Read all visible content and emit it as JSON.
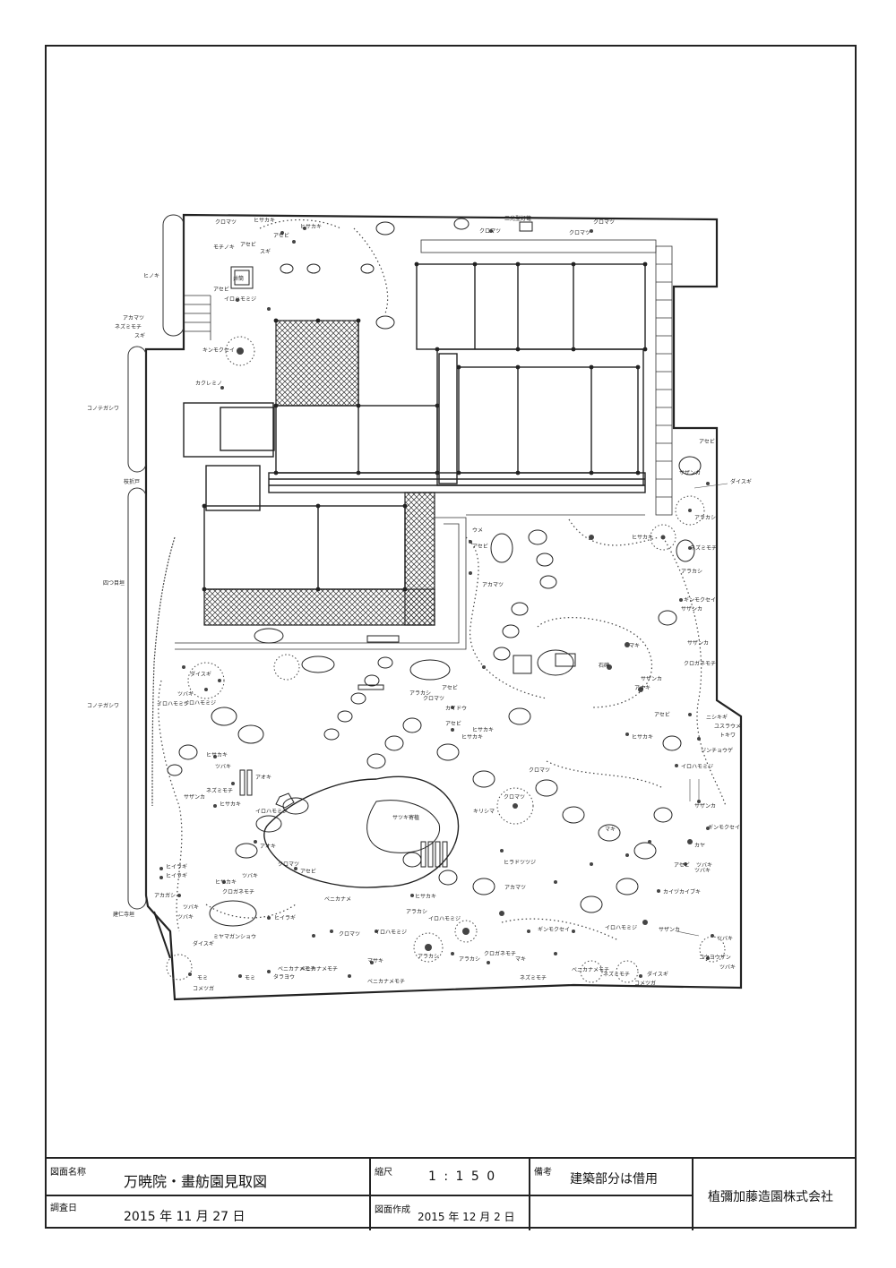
{
  "map": {
    "labels": {
      "kuromatsu_1": "クロマツ",
      "hisakaki_1": "ヒサカキ",
      "hisakaki_2": "ヒサカキ",
      "asebi_1": "アセビ",
      "mochinoki": "モチノキ",
      "asebi_2": "アセビ",
      "sugi_1": "スギ",
      "ido": "井筒",
      "asebi_3": "アセビ",
      "irohamomiji_1": "イロハモミジ",
      "kinmokusei_1": "キンモクセイ",
      "kakuremino": "カクレミノ",
      "sankou_lantern": "三光型灯篭",
      "kuromatsu_2": "クロマツ",
      "kuromatsu_3": "クロマツ",
      "kuromatsu_4": "クロマツ",
      "hinoki": "ヒノキ",
      "akamatsu_1": "アカマツ",
      "nezumimochi_1": "ネズミモチ",
      "sugi_2": "スギ",
      "konotegashiwa_1": "コノテガシワ",
      "shiorido": "枝折戸",
      "yotsumegaki": "四つ目垣",
      "konotegashiwa_2": "コノテガシワ",
      "kenninjigaki": "建仁寺垣",
      "asebi_4": "アセビ",
      "sazanka_1": "サザンカ",
      "daisugi_1": "ダイスギ",
      "arakashi_1": "アラカシ",
      "hisakaki_3": "ヒサカキ",
      "nezumimochi_2": "ネズミモチ",
      "arakashi_2": "アラカシ",
      "ginmokusei_1": "ギンモクセイ",
      "sazanka_2": "サザンカ",
      "sazanka_3": "サザンカ",
      "kurogane_1": "クロガネモチ",
      "ume": "ウメ",
      "asebi_5": "アセビ",
      "akamatsu_2": "アカマツ",
      "ishi": "石碑",
      "maki_1": "マキ",
      "sazanka_4": "サザンカ",
      "asebi_6": "アセビ",
      "nishikigi": "ニシキギ",
      "yusuraume": "ユスラウメ",
      "tokiwa": "トキワ",
      "jinchouge": "ジンチョウゲ",
      "irohamomiji_2": "イロハモミジ",
      "sazanka_5": "サザンカ",
      "ginmokusei_2": "ギンモクセイ",
      "kaya": "カヤ",
      "asebi_7": "アセビ",
      "tsubaki_1": "ツバキ",
      "kaizuka": "カイヅカイブキ",
      "sazanka_6": "サザンカ",
      "tsubaki_2": "ツバキ",
      "kouyou": "コウヨウザン",
      "tsubaki_3": "ツバキ",
      "daisugi_2": "ダイスギ",
      "komatsuga_1": "コメツガ",
      "beni_1": "ベニカナメモチ",
      "nezumimochi_3": "ネズミモチ",
      "irohamomiji_3": "イロハモミジ",
      "ginmokusei_3": "ギンモクセイ",
      "kurogane_2": "クロガネモチ",
      "maki_2": "マキ",
      "nezumimochi_4": "ネズミモチ",
      "arakashi_3": "アラカシ",
      "arakashi_4": "アラカシ",
      "masaki": "マサキ",
      "beni_2": "ベニカナメモチ",
      "beni_3": "ベニカナメモチ",
      "satsuki": "サツキ寄植",
      "kirishima": "キリシマ",
      "hiradotsutsuji": "ヒラドツツジ",
      "akamatsu_3": "アカマツ",
      "hisakaki_4": "ヒサカキ",
      "arakashi_5": "アラカシ",
      "irohamomiji_4": "イロハモミジ",
      "beni_4": "ベニカナメ",
      "kuromatsu_5": "クロマツ",
      "irohamomiji_5": "イロハモミジ",
      "hisakaki_5": "ヒサカキ",
      "tsubaki_4": "ツバキ",
      "asebi_8": "アセビ",
      "tsubaki_5": "ツバキ",
      "hiiragi_1": "ヒイラギ",
      "hiiragi_2": "ヒイラギ",
      "akagashi": "アカガシ",
      "tsubaki_6": "ツバキ",
      "tsubaki_7": "ツバキ",
      "kurogane_3": "クロガネモチ",
      "hiiragi_3": "ヒイラギ",
      "miyama": "ミヤマガンショウ",
      "daisugi_3": "ダイスギ",
      "momi_1": "モミ",
      "momi_2": "モミ",
      "komatsuga_2": "コメツガ",
      "tarayou": "タラヨウ",
      "beni_5": "ベニカナメモチ",
      "tsubaki_8": "ツバキ",
      "irohamomiji_6": "イロハモミジ",
      "sazanka_7": "サザンカ",
      "hisakaki_6": "ヒサカキ",
      "aoki": "アオキ",
      "nezumimochi_5": "ネズミモチ",
      "hisakaki_7": "ヒサカキ",
      "irohamomiji_7": "イロハモミジ",
      "aoki_2": "アオキ",
      "kuromatsu_6": "クロマツ",
      "hisakaki_8": "ヒサカキ",
      "kaidou": "カイドウ",
      "asebi_9": "アセビ",
      "arakashi_6": "アラカシ",
      "kuromatsu_7": "クロマツ",
      "hisakaki_9": "ヒサカキ",
      "hisakaki_10": "ヒサカキ",
      "tsuba_9": "ツバキ",
      "irohamomiji_8": "イロハモミジ",
      "daisugi_4": "ダイスギ",
      "kuromatsu_8": "クロマツ",
      "asebi_10": "アセビ",
      "aoki_3": "アオキ",
      "kuromatsu_9": "クロマツ",
      "maki_3": "マキ"
    }
  },
  "title_block": {
    "name_label": "図面名称",
    "name_value": "万暁院・畫舫園見取図",
    "scale_label": "縮尺",
    "scale_value": "1 : 1 5 0",
    "note_label": "備考",
    "note_value": "建築部分は借用",
    "company": "植彌加藤造園株式会社",
    "survey_label": "調査日",
    "survey_value": "2015 年 11 月 27 日",
    "created_label": "図面作成",
    "created_value": "2015 年 12 月 2 日"
  }
}
